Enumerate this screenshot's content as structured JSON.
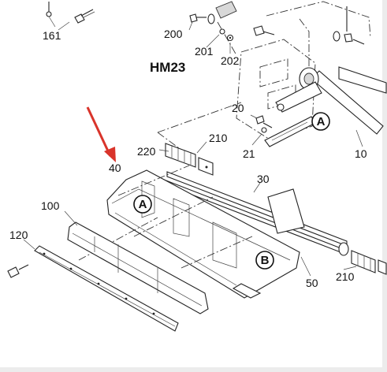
{
  "model": "HM23",
  "callouts": {
    "c161": "161",
    "c200": "200",
    "c201": "201",
    "c202": "202",
    "c20": "20",
    "c21": "21",
    "c10": "10",
    "c210a": "210",
    "c210b": "210",
    "c220": "220",
    "c40": "40",
    "c30": "30",
    "c100": "100",
    "c120": "120",
    "c50": "50"
  },
  "markers": {
    "a1": "A",
    "a2": "A",
    "b1": "B"
  },
  "colors": {
    "arrow": "#d9342b",
    "line": "#222222"
  }
}
